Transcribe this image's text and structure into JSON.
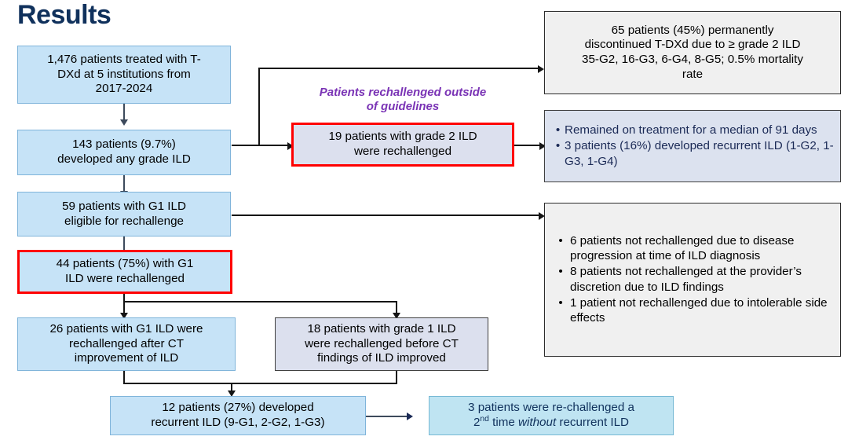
{
  "title": "Results",
  "caption": {
    "line1": "Patients rechallenged outside",
    "line2": "of guidelines"
  },
  "colors": {
    "title": "#10315c",
    "blue_fill": "#c6e3f7",
    "blue_border": "#7fb4da",
    "lavender_fill": "#dce0ee",
    "grey_fill": "#f0f0f0",
    "cyan_fill": "#bfe4f2",
    "highlight_border": "#ff0000",
    "caption_text": "#7a33b5",
    "navy_text": "#1b2a56",
    "connector": "#3d4a5c"
  },
  "nodes": {
    "cohort": {
      "line1": "1,476 patients treated with T-",
      "line2": "DXd at 5 institutions from",
      "line3": "2017-2024"
    },
    "any_ild": {
      "line1": "143 patients (9.7%)",
      "line2": "developed any grade ILD"
    },
    "g1_eligible": {
      "line1": "59 patients with G1 ILD",
      "line2": "eligible for rechallenge"
    },
    "g1_rechallenged": {
      "line1": "44 patients (75%) with G1",
      "line2": "ILD were rechallenged"
    },
    "after_ct": {
      "line1": "26 patients with G1 ILD were",
      "line2": "rechallenged after CT",
      "line3": "improvement of ILD"
    },
    "before_ct": {
      "line1": "18 patients with grade 1 ILD",
      "line2": "were rechallenged before CT",
      "line3": "findings of ILD improved"
    },
    "recurrent": {
      "line1": "12 patients (27%) developed",
      "line2": "recurrent ILD (9-G1, 2-G2, 1-G3)"
    },
    "second_rechallenge": {
      "line1_a": "3 patients were re-challenged a",
      "line2_a": "2",
      "line2_sup": "nd",
      "line2_b": " time ",
      "line2_italic": "without",
      "line2_c": " recurrent ILD"
    },
    "g2_rechallenged": {
      "line1": "19 patients with grade 2 ILD",
      "line2": "were rechallenged"
    },
    "discontinued": {
      "line1": "65 patients (45%) permanently",
      "line2": "discontinued T-DXd due to ≥ grade 2 ILD",
      "line3": "35-G2, 16-G3, 6-G4, 8-G5; 0.5% mortality",
      "line4": "rate"
    },
    "g2_outcomes": {
      "bullets": [
        "Remained on treatment for a median of 91 days",
        "3 patients (16%) developed recurrent ILD (1-G2, 1-G3, 1-G4)"
      ]
    },
    "not_rechallenged": {
      "bullets": [
        "6 patients not rechallenged due to disease progression at time of ILD diagnosis",
        "8 patients not rechallenged at the provider’s discretion due to ILD findings",
        "1 patient not rechallenged due to intolerable side effects"
      ]
    }
  }
}
